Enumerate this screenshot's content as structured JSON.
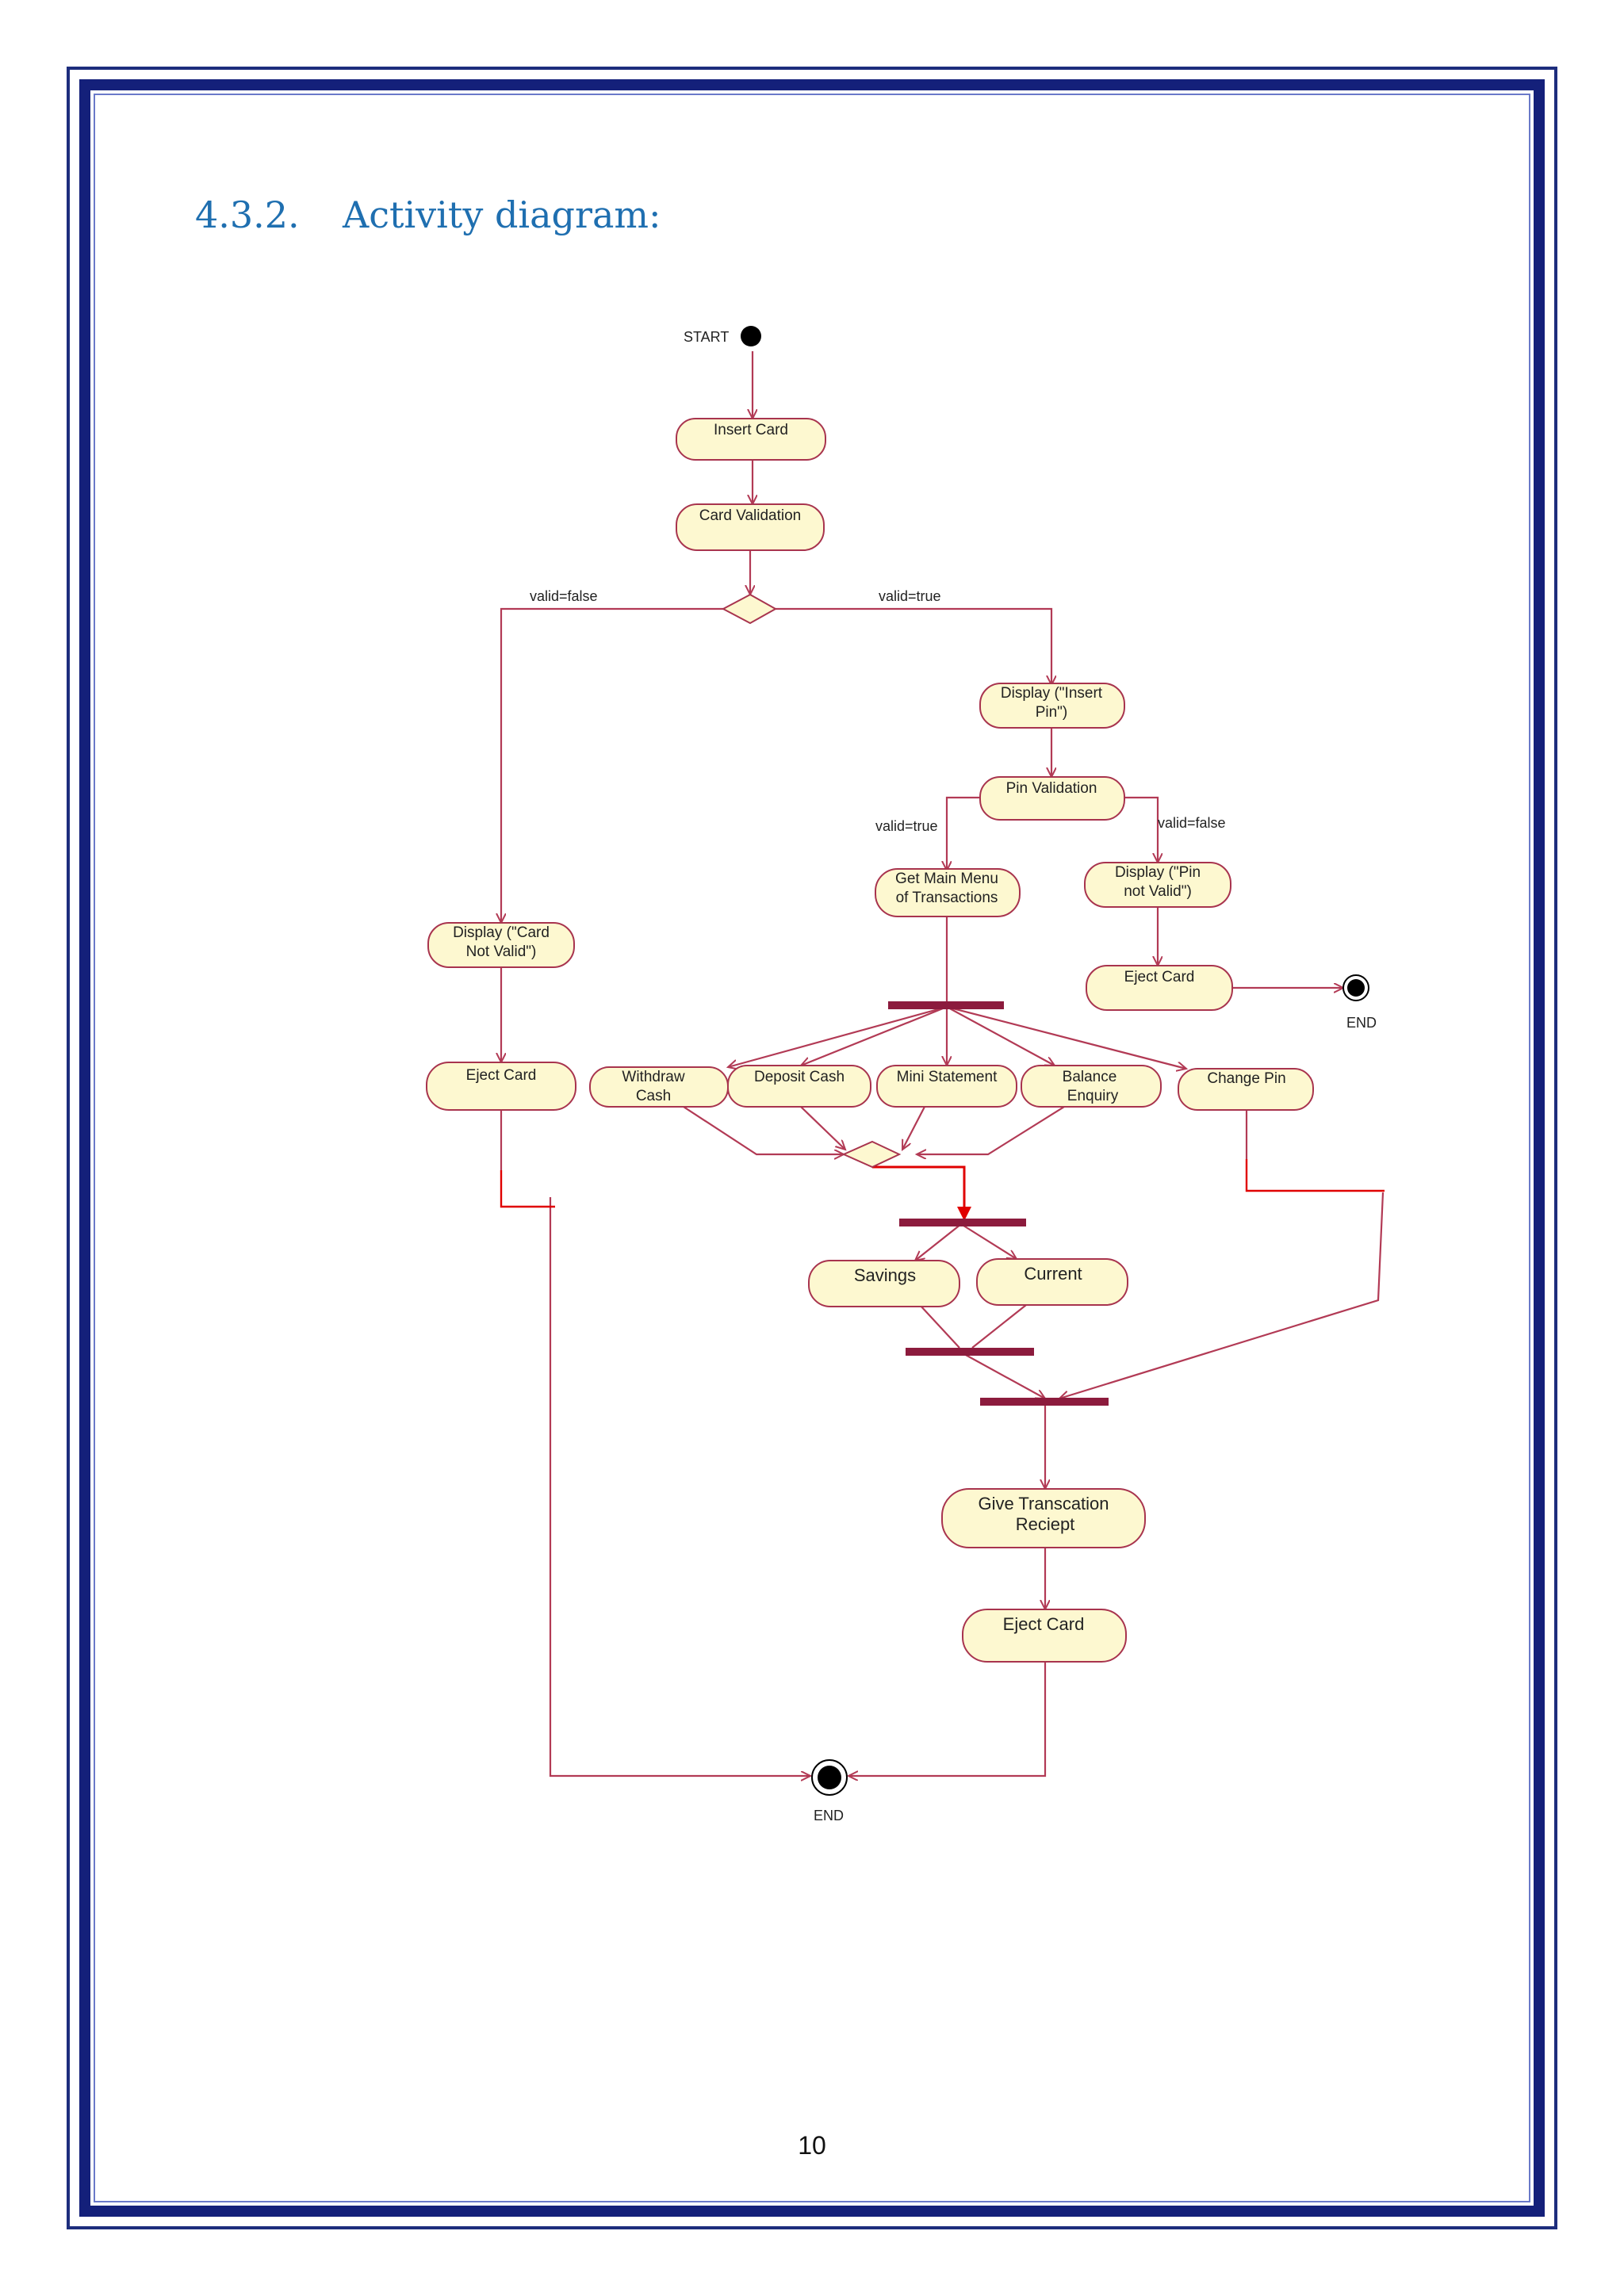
{
  "heading": {
    "number": "4.3.2.",
    "title": "Activity diagram:"
  },
  "page_number": "10",
  "diagram": {
    "start_label": "START",
    "end_labels": [
      "END",
      "END"
    ],
    "guards": {
      "card_false": "valid=false",
      "card_true": "valid=true",
      "pin_true": "valid=true",
      "pin_false": "valid=false"
    },
    "activities": {
      "insert_card": [
        "Insert Card"
      ],
      "card_validation": [
        "Card Validation"
      ],
      "display_insert_pin": [
        "Display (\"Insert",
        "Pin\")"
      ],
      "pin_validation": [
        "Pin Validation"
      ],
      "get_main_menu": [
        "Get Main Menu",
        "of Transactions"
      ],
      "display_pin_not_valid": [
        "Display (\"Pin",
        "not Valid\")"
      ],
      "eject_card_pin": [
        "Eject Card"
      ],
      "display_card_not_valid": [
        "Display (\"Card",
        "Not Valid\")"
      ],
      "eject_card_left": [
        "Eject Card"
      ],
      "withdraw_cash": [
        "Withdraw",
        "Cash"
      ],
      "deposit_cash": [
        "Deposit Cash"
      ],
      "mini_statement": [
        "Mini Statement"
      ],
      "balance_enquiry": [
        "Balance",
        "Enquiry"
      ],
      "change_pin": [
        "Change Pin"
      ],
      "savings": [
        "Savings"
      ],
      "current": [
        "Current"
      ],
      "give_receipt": [
        "Give Transcation",
        "Reciept"
      ],
      "eject_card_final": [
        "Eject Card"
      ]
    },
    "colors": {
      "activity_fill": "#fdf8d0",
      "activity_stroke": "#a8344e",
      "flow": "#b23a55",
      "bar": "#8c1b3d",
      "highlight": "#e00000"
    }
  }
}
